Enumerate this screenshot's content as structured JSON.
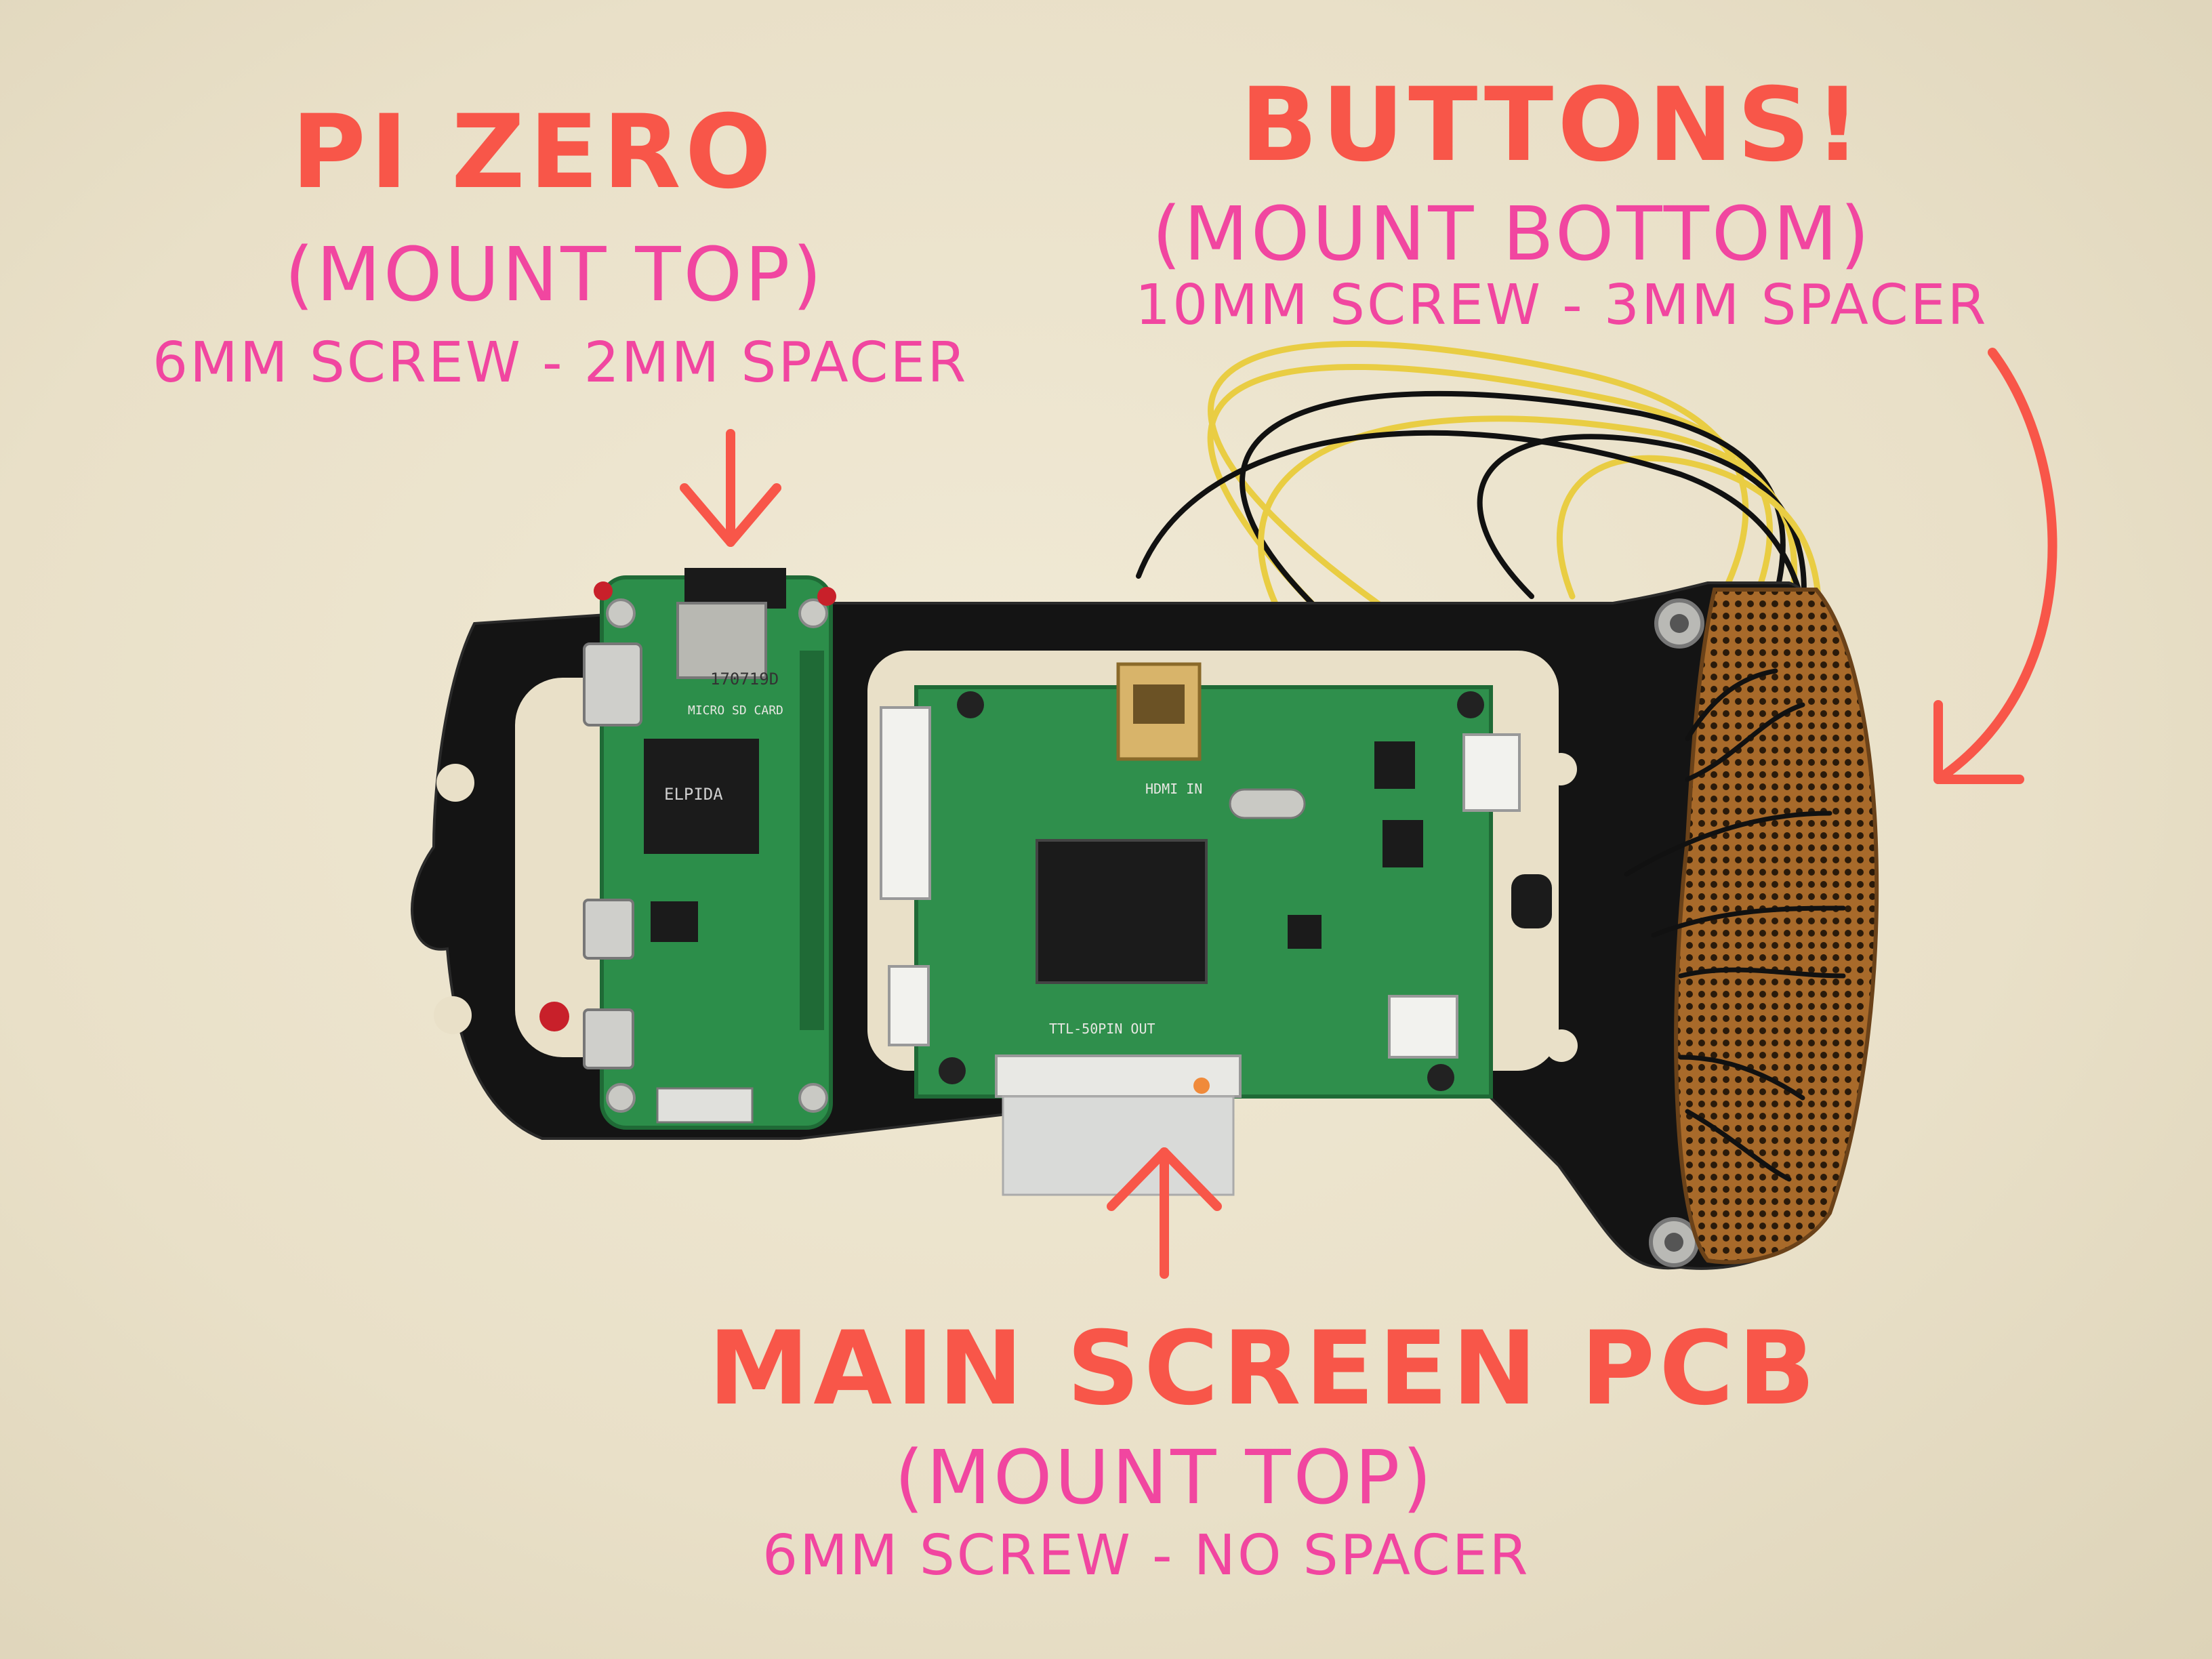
{
  "annotations": {
    "pi_zero": {
      "title": "PI ZERO",
      "mount": "(MOUNT TOP)",
      "spec": "6mm SCREW - 2mm SPACER"
    },
    "buttons": {
      "title": "BUTTONS!",
      "mount": "(MOUNT BOTTOM)",
      "spec": "10mm SCREW - 3mm SPACER"
    },
    "main_screen": {
      "title": "MAIN SCREEN PCB",
      "mount": "(MOUNT TOP)",
      "spec": "6mm SCREW - NO SPACER"
    }
  },
  "board_markings": {
    "pi_sd": "MICRO SD CARD",
    "pi_chip": "ELPIDA",
    "pi_sticker": "170719D",
    "hdmi": "HDMI IN",
    "ttl": "TTL-50PIN OUT"
  },
  "colors": {
    "title": "#f85649",
    "handwriting": "#f146a0",
    "arrow": "#f85649",
    "bracket": "#141414",
    "pcb": "#2c8e4a",
    "wire_yellow": "#e9cd43",
    "wire_black": "#111111"
  }
}
